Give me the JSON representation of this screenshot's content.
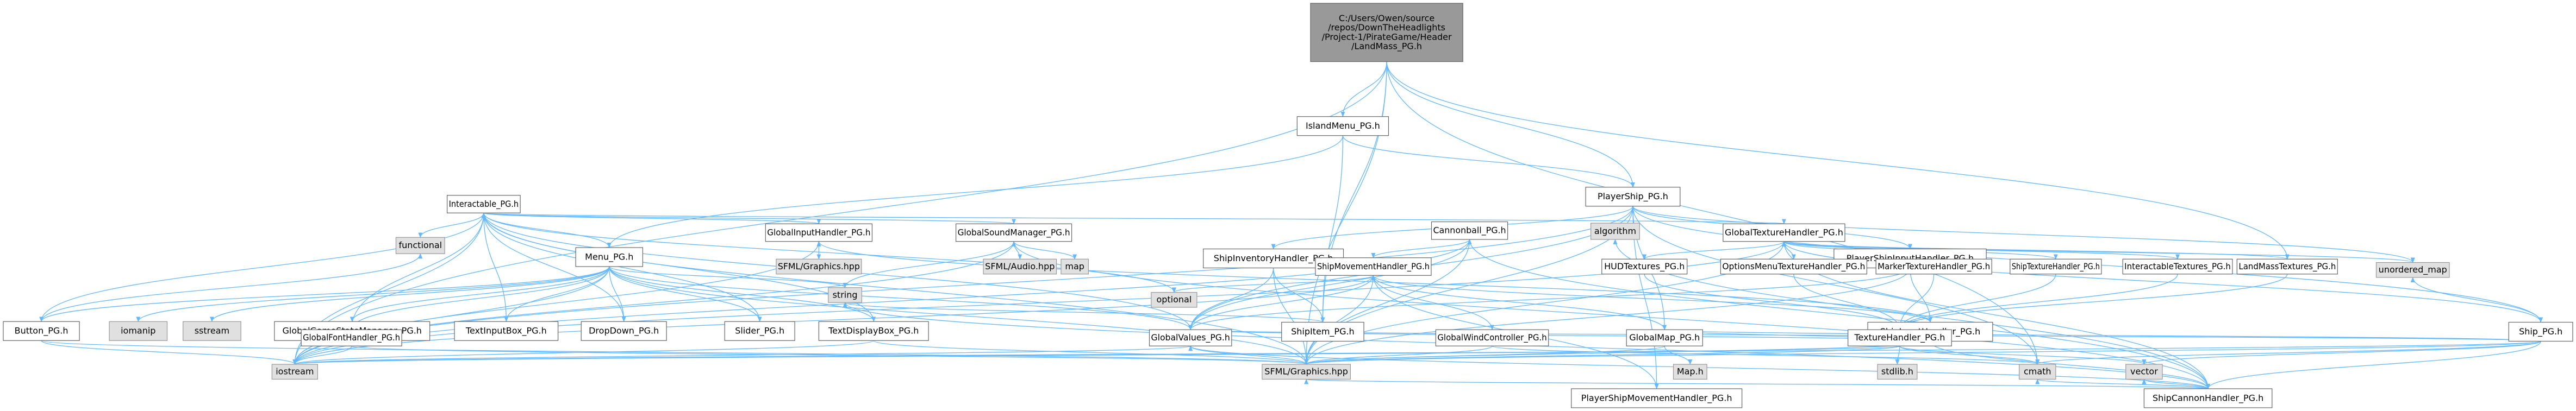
{
  "graph": {
    "title": "",
    "colors": {
      "edge": "#63b8ff",
      "node_fill": "#ffffff",
      "node_stroke": "#666666",
      "root_fill": "#999999",
      "root_stroke": "#666666",
      "system_fill": "#e0e0e0",
      "system_stroke": "#999999"
    },
    "nodes": [
      {
        "id": "root",
        "label": "C:/Users/Owen/source/repos/DownTheHeadlights/Project-1/PirateGame/Header/LandMass_PG.h",
        "lines": [
          "C:/Users/Owen/source",
          "/repos/DownTheHeadlights",
          "/Project-1/PirateGame/Header",
          "/LandMass_PG.h"
        ],
        "kind": "root"
      },
      {
        "id": "islandmenu",
        "label": "IslandMenu_PG.h",
        "kind": "local"
      },
      {
        "id": "playership",
        "label": "PlayerShip_PG.h",
        "kind": "local"
      },
      {
        "id": "menu",
        "label": "Menu_PG.h",
        "kind": "local"
      },
      {
        "id": "shipinventory",
        "label": "ShipInventoryHandler_PG.h",
        "kind": "local"
      },
      {
        "id": "playershipinput",
        "label": "PlayerShipInputHandler_PG.h",
        "kind": "local"
      },
      {
        "id": "ship",
        "label": "Ship_PG.h",
        "kind": "local"
      },
      {
        "id": "button",
        "label": "Button_PG.h",
        "kind": "local"
      },
      {
        "id": "iomanip",
        "label": "iomanip",
        "kind": "system"
      },
      {
        "id": "sstream",
        "label": "sstream",
        "kind": "system"
      },
      {
        "id": "globalgamestate",
        "label": "GlobalGameStateManager_PG.h",
        "kind": "local"
      },
      {
        "id": "textinputbox",
        "label": "TextInputBox_PG.h",
        "kind": "local"
      },
      {
        "id": "dropdown",
        "label": "DropDown_PG.h",
        "kind": "local"
      },
      {
        "id": "slider",
        "label": "Slider_PG.h",
        "kind": "local"
      },
      {
        "id": "textdisplaybox",
        "label": "TextDisplayBox_PG.h",
        "kind": "local"
      },
      {
        "id": "shipitem",
        "label": "ShipItem_PG.h",
        "kind": "local"
      },
      {
        "id": "shipinputhandler",
        "label": "ShipInputHandler_PG.h",
        "kind": "local"
      },
      {
        "id": "interactable",
        "label": "Interactable_PG.h",
        "kind": "local"
      },
      {
        "id": "playershipmovement",
        "label": "PlayerShipMovementHandler_PG.h",
        "kind": "local"
      },
      {
        "id": "shipcannon",
        "label": "ShipCannonHandler_PG.h",
        "kind": "local"
      },
      {
        "id": "functional",
        "label": "functional",
        "kind": "system"
      },
      {
        "id": "globalinput",
        "label": "GlobalInputHandler_PG.h",
        "kind": "local"
      },
      {
        "id": "globalsound",
        "label": "GlobalSoundManager_PG.h",
        "kind": "local"
      },
      {
        "id": "cannonball",
        "label": "Cannonball_PG.h",
        "kind": "local"
      },
      {
        "id": "algorithm",
        "label": "algorithm",
        "kind": "system"
      },
      {
        "id": "globaltexture",
        "label": "GlobalTextureHandler_PG.h",
        "kind": "local"
      },
      {
        "id": "sfmlgraphicshpp",
        "label": "SFML/Graphics.hpp",
        "kind": "system"
      },
      {
        "id": "string",
        "label": "string",
        "kind": "system"
      },
      {
        "id": "sfmlaudio",
        "label": "SFML/Audio.hpp",
        "kind": "system"
      },
      {
        "id": "map",
        "label": "map",
        "kind": "system"
      },
      {
        "id": "shipmovement",
        "label": "ShipMovementHandler_PG.h",
        "kind": "local"
      },
      {
        "id": "hudtextures",
        "label": "HUDTextures_PG.h",
        "kind": "local"
      },
      {
        "id": "optionsmenutexture",
        "label": "OptionsMenuTextureHandler_PG.h",
        "kind": "local"
      },
      {
        "id": "markertexture",
        "label": "MarkerTextureHandler_PG.h",
        "kind": "local"
      },
      {
        "id": "shiptexture",
        "label": "ShipTextureHandler_PG.h",
        "kind": "local"
      },
      {
        "id": "interactabletextures",
        "label": "InteractableTextures_PG.h",
        "kind": "local"
      },
      {
        "id": "landmasstextures",
        "label": "LandMassTextures_PG.h",
        "kind": "local"
      },
      {
        "id": "unorderedmap",
        "label": "unordered_map",
        "kind": "system"
      },
      {
        "id": "globalfont",
        "label": "GlobalFontHandler_PG.h",
        "kind": "local"
      },
      {
        "id": "optional",
        "label": "optional",
        "kind": "system"
      },
      {
        "id": "globalvalues",
        "label": "GlobalValues_PG.h",
        "kind": "local"
      },
      {
        "id": "globalwind",
        "label": "GlobalWindController_PG.h",
        "kind": "local"
      },
      {
        "id": "globalmap",
        "label": "GlobalMap_PG.h",
        "kind": "local"
      },
      {
        "id": "texturehandler",
        "label": "TextureHandler_PG.h",
        "kind": "local"
      },
      {
        "id": "iostream",
        "label": "iostream",
        "kind": "system"
      },
      {
        "id": "sfmlgraphics",
        "label": "SFML/Graphics.hpp",
        "kind": "system"
      },
      {
        "id": "mapheader",
        "label": "Map.h",
        "kind": "system"
      },
      {
        "id": "stdlib",
        "label": "stdlib.h",
        "kind": "system"
      },
      {
        "id": "cmath",
        "label": "cmath",
        "kind": "system"
      },
      {
        "id": "vector",
        "label": "vector",
        "kind": "system"
      }
    ],
    "edges": [
      [
        "root",
        "islandmenu"
      ],
      [
        "root",
        "playership"
      ],
      [
        "root",
        "shipitem"
      ],
      [
        "root",
        "landmasstextures"
      ],
      [
        "root",
        "iostream"
      ],
      [
        "root",
        "sfmlgraphics"
      ],
      [
        "root",
        "cmath"
      ],
      [
        "islandmenu",
        "menu"
      ],
      [
        "islandmenu",
        "playership"
      ],
      [
        "islandmenu",
        "shipitem"
      ],
      [
        "playership",
        "shipinventory"
      ],
      [
        "playership",
        "playershipinput"
      ],
      [
        "playership",
        "ship"
      ],
      [
        "playership",
        "playershipmovement"
      ],
      [
        "playership",
        "globalvalues"
      ],
      [
        "playership",
        "sfmlgraphics"
      ],
      [
        "playership",
        "iostream"
      ],
      [
        "playership",
        "unorderedmap"
      ],
      [
        "playership",
        "cmath"
      ],
      [
        "playership",
        "globalmap"
      ],
      [
        "menu",
        "button"
      ],
      [
        "menu",
        "iomanip"
      ],
      [
        "menu",
        "sstream"
      ],
      [
        "menu",
        "globalgamestate"
      ],
      [
        "menu",
        "textinputbox"
      ],
      [
        "menu",
        "dropdown"
      ],
      [
        "menu",
        "slider"
      ],
      [
        "menu",
        "textdisplaybox"
      ],
      [
        "menu",
        "interactable"
      ],
      [
        "menu",
        "globalfont"
      ],
      [
        "menu",
        "globalvalues"
      ],
      [
        "menu",
        "sfmlgraphics"
      ],
      [
        "menu",
        "iostream"
      ],
      [
        "menu",
        "string"
      ],
      [
        "shipinventory",
        "shipitem"
      ],
      [
        "shipinventory",
        "sfmlgraphics"
      ],
      [
        "shipinventory",
        "globalvalues"
      ],
      [
        "playershipinput",
        "shipinputhandler"
      ],
      [
        "playershipinput",
        "sfmlgraphics"
      ],
      [
        "playershipinput",
        "globalvalues"
      ],
      [
        "ship",
        "shipcannon"
      ],
      [
        "ship",
        "globaltexture"
      ],
      [
        "ship",
        "globalmap"
      ],
      [
        "ship",
        "globalvalues"
      ],
      [
        "ship",
        "unorderedmap"
      ],
      [
        "ship",
        "sfmlgraphics"
      ],
      [
        "ship",
        "cmath"
      ],
      [
        "ship",
        "vector"
      ],
      [
        "ship",
        "iostream"
      ],
      [
        "button",
        "interactable"
      ],
      [
        "button",
        "functional"
      ],
      [
        "button",
        "sfmlgraphics"
      ],
      [
        "button",
        "iostream"
      ],
      [
        "textinputbox",
        "interactable"
      ],
      [
        "dropdown",
        "interactable"
      ],
      [
        "slider",
        "interactable"
      ],
      [
        "textdisplaybox",
        "interactable"
      ],
      [
        "textdisplaybox",
        "sfmlgraphics"
      ],
      [
        "textdisplaybox",
        "iostream"
      ],
      [
        "shipitem",
        "string"
      ],
      [
        "shipinputhandler",
        "shipcannon"
      ],
      [
        "shipinputhandler",
        "shipmovement"
      ],
      [
        "shipinputhandler",
        "globalinput"
      ],
      [
        "shipinputhandler",
        "globalvalues"
      ],
      [
        "shipinputhandler",
        "globalmap"
      ],
      [
        "shipinputhandler",
        "sfmlgraphics"
      ],
      [
        "interactable",
        "functional"
      ],
      [
        "interactable",
        "globalinput"
      ],
      [
        "interactable",
        "globalsound"
      ],
      [
        "interactable",
        "globaltexture"
      ],
      [
        "interactable",
        "globalfont"
      ],
      [
        "interactable",
        "globalvalues"
      ],
      [
        "interactable",
        "sfmlgraphics"
      ],
      [
        "interactable",
        "iostream"
      ],
      [
        "interactable",
        "optional"
      ],
      [
        "playershipmovement",
        "shipmovement"
      ],
      [
        "shipcannon",
        "cannonball"
      ],
      [
        "shipcannon",
        "algorithm"
      ],
      [
        "shipcannon",
        "globalsound"
      ],
      [
        "shipcannon",
        "globaltexture"
      ],
      [
        "shipcannon",
        "sfmlgraphics"
      ],
      [
        "shipcannon",
        "globalvalues"
      ],
      [
        "shipcannon",
        "string"
      ],
      [
        "shipcannon",
        "cmath"
      ],
      [
        "shipcannon",
        "vector"
      ],
      [
        "globalinput",
        "sfmlgraphicshpp"
      ],
      [
        "globalinput",
        "iostream"
      ],
      [
        "globalsound",
        "sfmlaudio"
      ],
      [
        "globalsound",
        "map"
      ],
      [
        "globalsound",
        "string"
      ],
      [
        "globalsound",
        "iostream"
      ],
      [
        "cannonball",
        "globalvalues"
      ],
      [
        "cannonball",
        "sfmlgraphics"
      ],
      [
        "cannonball",
        "iostream"
      ],
      [
        "cannonball",
        "shipmovement"
      ],
      [
        "globaltexture",
        "hudtextures"
      ],
      [
        "globaltexture",
        "optionsmenutexture"
      ],
      [
        "globaltexture",
        "markertexture"
      ],
      [
        "globaltexture",
        "shiptexture"
      ],
      [
        "globaltexture",
        "interactabletextures"
      ],
      [
        "globaltexture",
        "landmasstextures"
      ],
      [
        "globaltexture",
        "unorderedmap"
      ],
      [
        "globaltexture",
        "sfmlgraphics"
      ],
      [
        "globaltexture",
        "iostream"
      ],
      [
        "shipmovement",
        "globalvalues"
      ],
      [
        "shipmovement",
        "globalwind"
      ],
      [
        "shipmovement",
        "globalmap"
      ],
      [
        "shipmovement",
        "sfmlgraphics"
      ],
      [
        "shipmovement",
        "iostream"
      ],
      [
        "shipmovement",
        "optional"
      ],
      [
        "hudtextures",
        "texturehandler"
      ],
      [
        "optionsmenutexture",
        "texturehandler"
      ],
      [
        "markertexture",
        "texturehandler"
      ],
      [
        "shiptexture",
        "texturehandler"
      ],
      [
        "interactabletextures",
        "texturehandler"
      ],
      [
        "landmasstextures",
        "texturehandler"
      ],
      [
        "globalfont",
        "iostream"
      ],
      [
        "globalfont",
        "sfmlgraphics"
      ],
      [
        "globalvalues",
        "iostream"
      ],
      [
        "globalvalues",
        "sfmlgraphics"
      ],
      [
        "globalwind",
        "sfmlgraphics"
      ],
      [
        "globalwind",
        "cmath"
      ],
      [
        "globalmap",
        "mapheader"
      ],
      [
        "globalmap",
        "sfmlgraphics"
      ],
      [
        "texturehandler",
        "stdlib"
      ],
      [
        "texturehandler",
        "sfmlgraphics"
      ],
      [
        "texturehandler",
        "iostream"
      ],
      [
        "texturehandler",
        "vector"
      ],
      [
        "texturehandler",
        "cmath"
      ]
    ]
  }
}
